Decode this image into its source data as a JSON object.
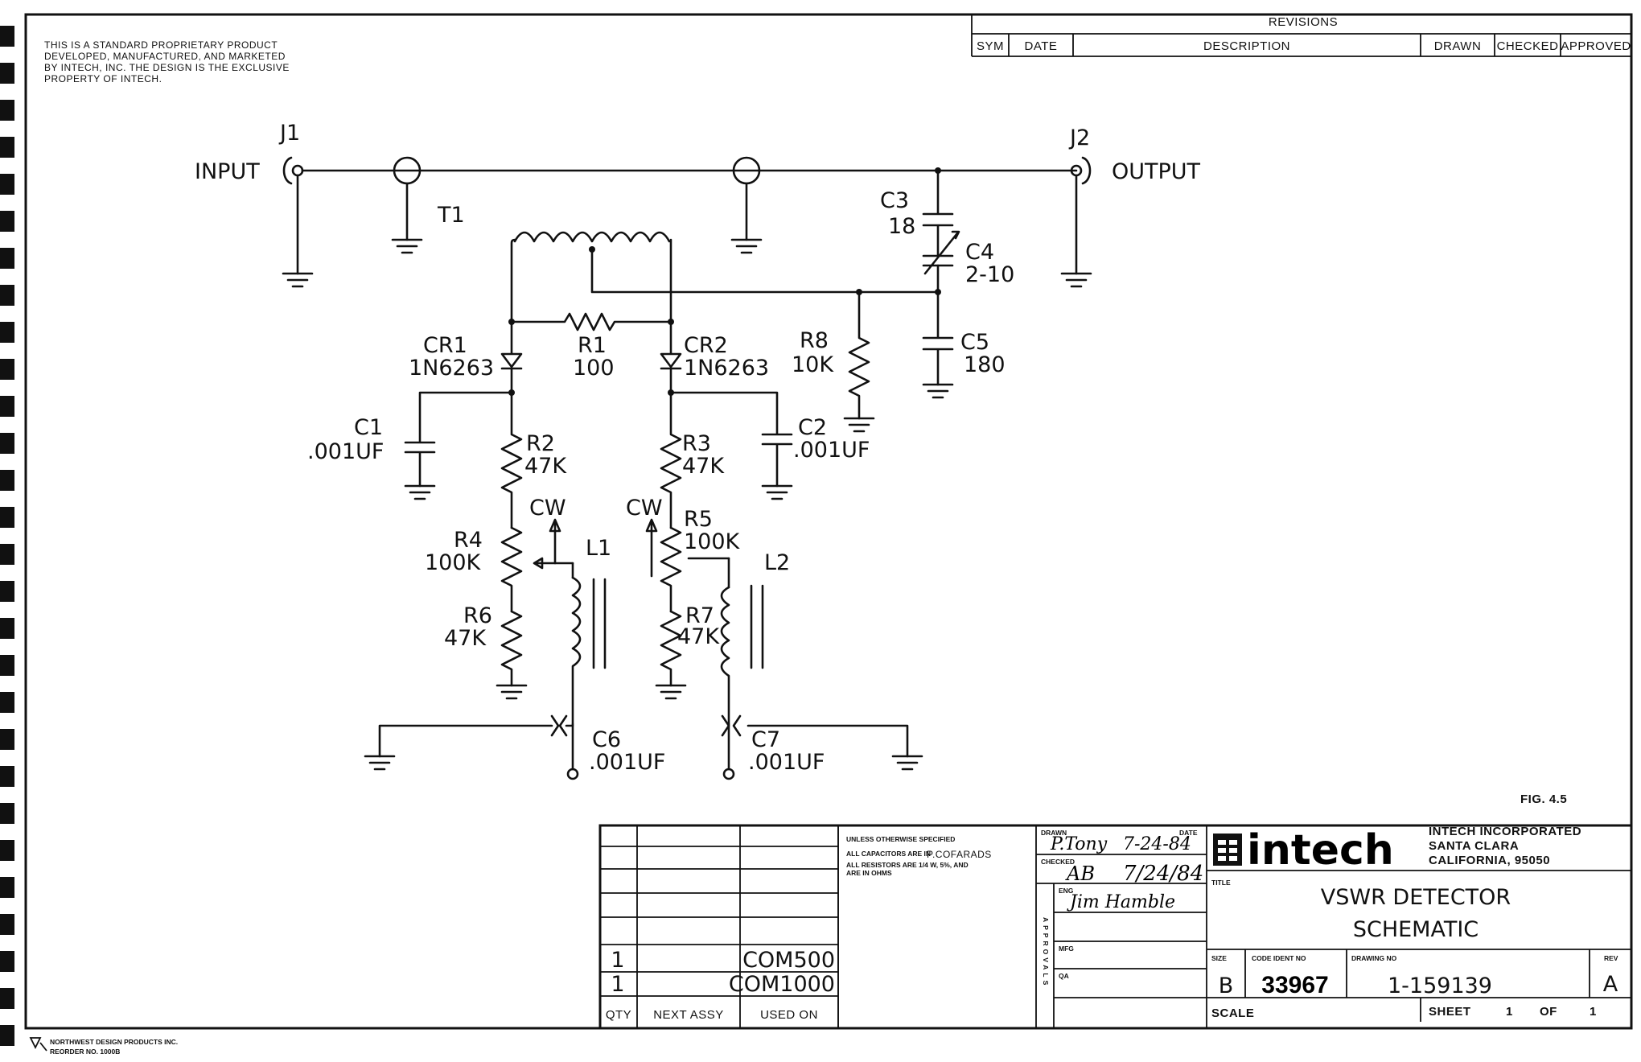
{
  "notice": [
    "THIS IS A STANDARD PROPRIETARY PRODUCT",
    "DEVELOPED, MANUFACTURED, AND MARKETED",
    "BY INTECH, INC. THE DESIGN IS THE EXCLUSIVE",
    "PROPERTY OF INTECH."
  ],
  "revisions": {
    "title": "REVISIONS",
    "headers": [
      "SYM",
      "DATE",
      "DESCRIPTION",
      "DRAWN",
      "CHECKED",
      "APPROVED"
    ]
  },
  "schematic": {
    "j1": "J1",
    "input": "INPUT",
    "j2": "J2",
    "output": "OUTPUT",
    "t1": "T1",
    "c3": "C3",
    "c3_val": "18",
    "c4": "C4",
    "c4_val": "2-10",
    "c5": "C5",
    "c5_val": "180",
    "r8": "R8",
    "r8_val": "10K",
    "r1": "R1",
    "r1_val": "100",
    "cr1": "CR1",
    "cr1_val": "1N6263",
    "cr2": "CR2",
    "cr2_val": "1N6263",
    "c1": "C1",
    "c1_val": ".001UF",
    "c2": "C2",
    "c2_val": ".001UF",
    "r2": "R2",
    "r2_val": "47K",
    "r3": "R3",
    "r3_val": "47K",
    "cw_left": "CW",
    "cw_right": "CW",
    "r4": "R4",
    "r4_val": "100K",
    "r5": "R5",
    "r5_val": "100K",
    "l1": "L1",
    "l2": "L2",
    "r6": "R6",
    "r6_val": "47K",
    "r7": "R7",
    "r7_val": "47K",
    "c6": "C6",
    "c6_val": ".001UF",
    "c7": "C7",
    "c7_val": ".001UF"
  },
  "fig_label": "FIG. 4.5",
  "bom": {
    "rows": [
      {
        "qty": "1",
        "next_assy": "",
        "used_on": "COM500"
      },
      {
        "qty": "1",
        "next_assy": "",
        "used_on": "COM1000"
      }
    ],
    "footer": [
      "QTY",
      "NEXT ASSY",
      "USED ON"
    ]
  },
  "notes": {
    "unless": "UNLESS OTHERWISE SPECIFIED",
    "caps": "ALL CAPACITORS ARE IN",
    "caps_unit": "P.COFARADS",
    "res": "ALL RESISTORS ARE 1/4 W, 5%, AND",
    "ohms": "ARE IN OHMS"
  },
  "approvals": {
    "drawn_label": "DRAWN",
    "date_label": "DATE",
    "drawn_sig": "P.Tony",
    "drawn_date": "7-24-84",
    "checked_label": "CHECKED",
    "checked_sig": "AB",
    "checked_date": "7/24/84",
    "eng_label": "ENG",
    "eng_sig": "Jim Hamble",
    "mfg_label": "MFG",
    "qa_label": "QA",
    "vertical": "APPROVALS"
  },
  "company": {
    "logo": "intech",
    "name": "INTECH INCORPORATED",
    "city": "SANTA CLARA",
    "state": "CALIFORNIA, 95050"
  },
  "title_block": {
    "title_label": "TITLE",
    "title1": "VSWR DETECTOR",
    "title2": "SCHEMATIC",
    "size_label": "SIZE",
    "size": "B",
    "code_label": "CODE IDENT NO",
    "code": "33967",
    "dwg_label": "DRAWING NO",
    "dwg": "1-159139",
    "rev_label": "REV",
    "rev": "A",
    "scale_label": "SCALE",
    "sheet_label": "SHEET",
    "sheet": "1",
    "of_label": "OF",
    "of": "1"
  },
  "footer": {
    "maker": "NORTHWEST DESIGN PRODUCTS INC.",
    "reorder": "REORDER NO. 1000B"
  }
}
